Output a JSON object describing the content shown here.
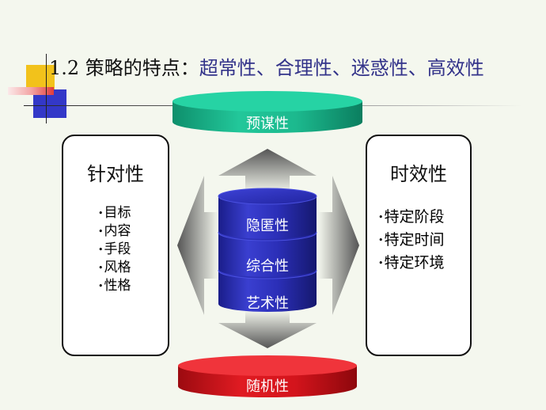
{
  "title": {
    "main": "1.2 策略的特点：",
    "sub": "超常性、合理性、迷惑性、高效性"
  },
  "top_disc": {
    "label": "预谋性",
    "color": "#1dbf93"
  },
  "bottom_disc": {
    "label": "随机性",
    "color": "#d4141c"
  },
  "cylinder": {
    "color": "#2b2fb8",
    "layers": [
      "隐匿性",
      "综合性",
      "艺术性"
    ]
  },
  "left_box": {
    "title": "针对性",
    "items": [
      "目标",
      "内容",
      "手段",
      "风格",
      "性格"
    ]
  },
  "right_box": {
    "title": "时效性",
    "items": [
      "特定阶段",
      "特定时间",
      "特定环境"
    ]
  }
}
